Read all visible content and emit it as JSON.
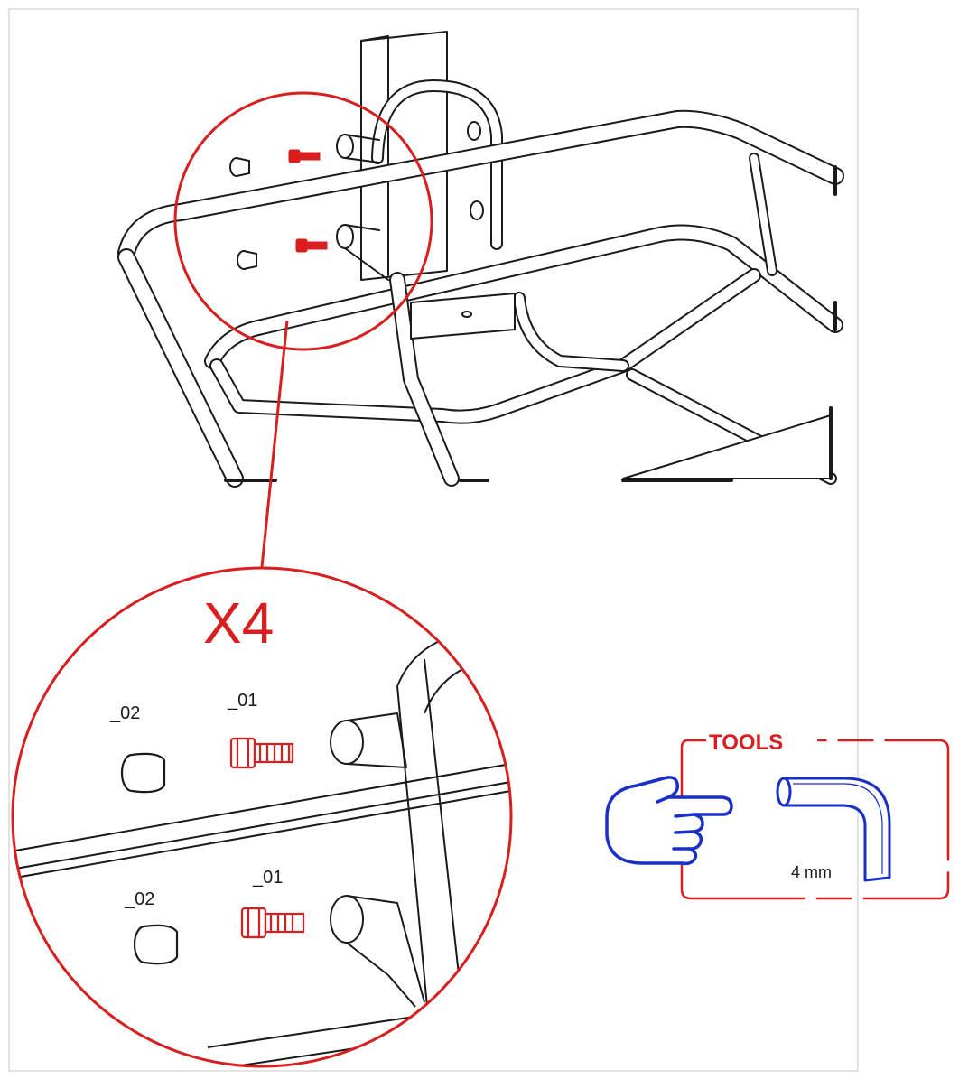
{
  "detail": {
    "quantity_label": "X4",
    "parts": [
      {
        "code": "_02"
      },
      {
        "code": "_01"
      },
      {
        "code": "_02"
      },
      {
        "code": "_01"
      }
    ]
  },
  "tools": {
    "title": "TOOLS",
    "items": [
      {
        "icon": "hex-key-icon",
        "size_label": "4 mm"
      }
    ],
    "pointer_icon": "pointing-hand-icon"
  },
  "colors": {
    "line": "#1a1a1a",
    "callout": "#d81e1e",
    "accent_blue": "#1a2fc8"
  }
}
